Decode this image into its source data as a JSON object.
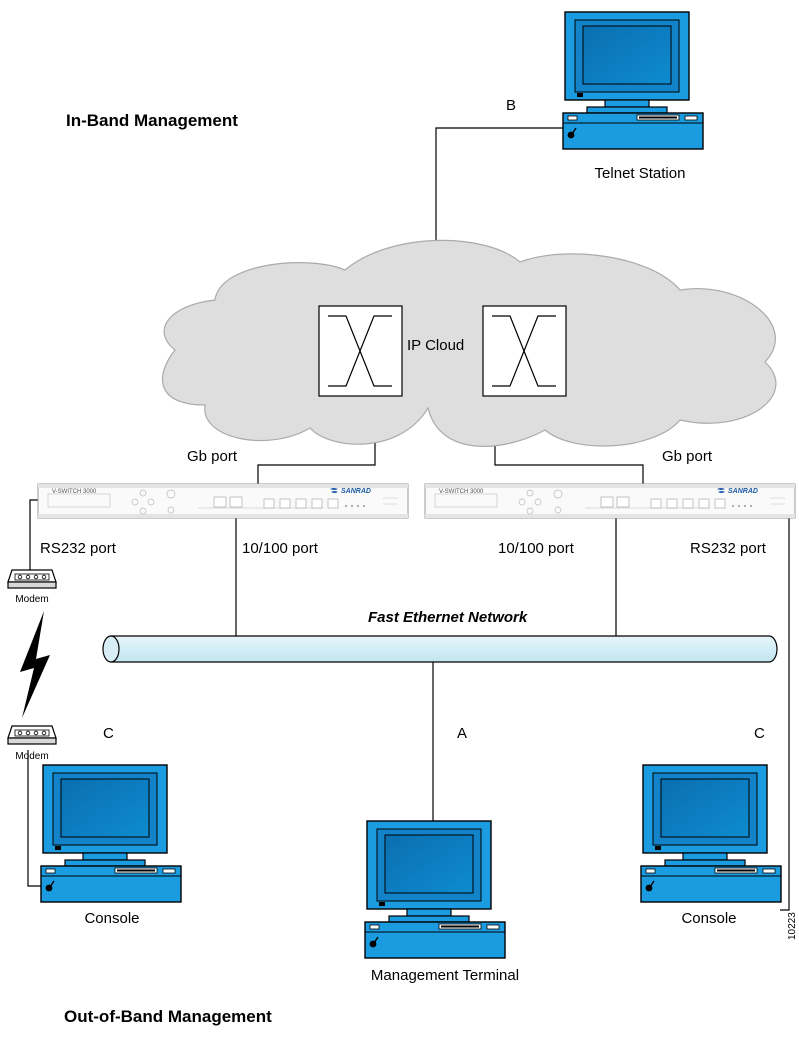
{
  "titles": {
    "in_band": "In-Band Management",
    "out_of_band": "Out-of-Band Management"
  },
  "cloud": {
    "label": "IP Cloud"
  },
  "stations": {
    "telnet": "Telnet Station",
    "console_left": "Console",
    "console_right": "Console",
    "management_terminal": "Management Terminal"
  },
  "ports": {
    "gb_left": "Gb port",
    "gb_right": "Gb port",
    "rs232_left": "RS232 port",
    "rs232_right": "RS232 port",
    "fe_left": "10/100 port",
    "fe_right": "10/100 port"
  },
  "network": {
    "label": "Fast Ethernet Network"
  },
  "modems": {
    "top": "Modem",
    "bottom": "Modem"
  },
  "connection_letters": {
    "a": "A",
    "b": "B",
    "c_left": "C",
    "c_right": "C"
  },
  "devices": {
    "brand": "SANRAD",
    "model": "V-SWITCH 3000"
  },
  "figure_id": "10223"
}
